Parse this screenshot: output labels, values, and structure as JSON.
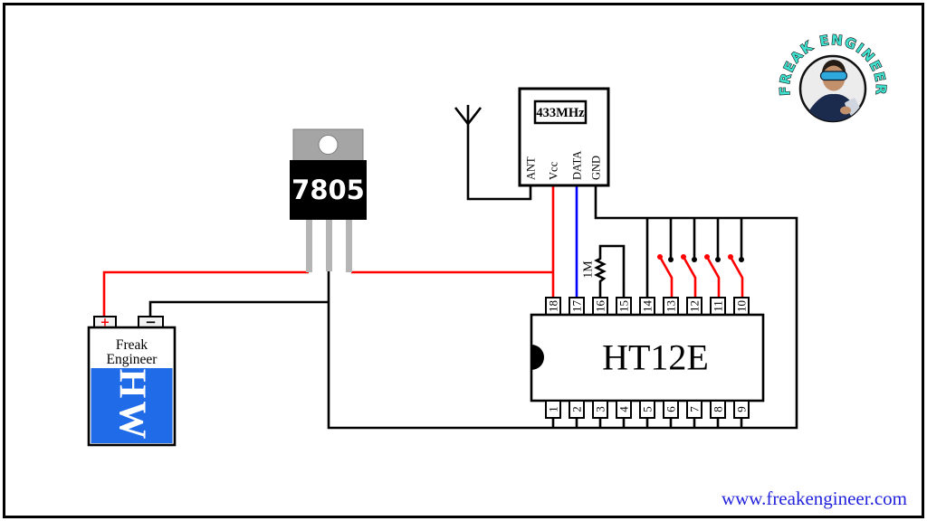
{
  "page": {
    "website": "www.freakengineer.com",
    "background": "#ffffff",
    "border_color": "#000000"
  },
  "logo": {
    "text": "FREAK ENGINEER",
    "color": "#3fe0ce"
  },
  "regulator": {
    "label": "7805"
  },
  "battery": {
    "brand_line1": "Freak",
    "brand_line2": "Engineer",
    "model": "HW",
    "plus": "+",
    "minus": "−",
    "body_color": "#1f6be8"
  },
  "rf_module": {
    "label": "433MHz",
    "pin_ant": "ANT",
    "pin_vcc": "Vcc",
    "pin_data": "DATA",
    "pin_gnd": "GND"
  },
  "encoder": {
    "label": "HT12E",
    "top_pins": [
      "18",
      "17",
      "16",
      "15",
      "14",
      "13",
      "12",
      "11",
      "10"
    ],
    "bottom_pins": [
      "1",
      "2",
      "3",
      "4",
      "5",
      "6",
      "7",
      "8",
      "9"
    ]
  },
  "resistor": {
    "label": "1M"
  },
  "colors": {
    "wire_positive": "#ff0000",
    "wire_data": "#0000ff",
    "wire_ground": "#000000",
    "url_blue": "#2323dd"
  }
}
